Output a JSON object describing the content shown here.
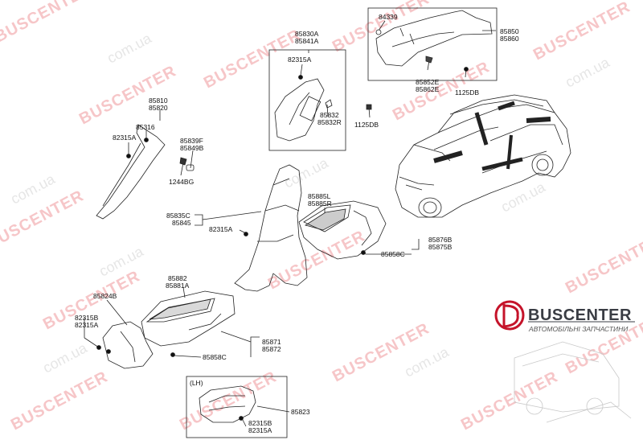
{
  "watermark": {
    "brand": "BUSCENTER",
    "domain": "com.ua"
  },
  "logo": {
    "title": "BUSCENTER",
    "subtitle": "АВТОМОБІЛЬНІ ЗАПЧАСТИНИ"
  },
  "group_tag": "(LH)",
  "labels": {
    "p84339": "84339",
    "p85850": "85850",
    "p85860": "85860",
    "p85852E": "85852E",
    "p85862E": "85862E",
    "p1125DB_a": "1125DB",
    "p85830A": "85830A",
    "p85841A": "85841A",
    "p82315A_a": "82315A",
    "p85832": "85832",
    "p85832R": "85832R",
    "p1125DB_b": "1125DB",
    "p85810": "85810",
    "p85820": "85820",
    "p85316": "85316",
    "p82315A_b": "82315A",
    "p85839F": "85839F",
    "p85849B": "85849B",
    "p1244BG": "1244BG",
    "p85885L": "85885L",
    "p85885R": "85885R",
    "p85835C": "85835C",
    "p85845": "85845",
    "p82315A_c": "82315A",
    "p85876B": "85876B",
    "p85875B": "85875B",
    "p85858C_a": "85858C",
    "p85882": "85882",
    "p85881A": "85881A",
    "p85824B": "85824B",
    "p82315B_a": "82315B",
    "p82315A_d": "82315A",
    "p85871": "85871",
    "p85872": "85872",
    "p85858C_b": "85858C",
    "p85823": "85823",
    "p82315B_b": "82315B",
    "p82315A_e": "82315A"
  }
}
